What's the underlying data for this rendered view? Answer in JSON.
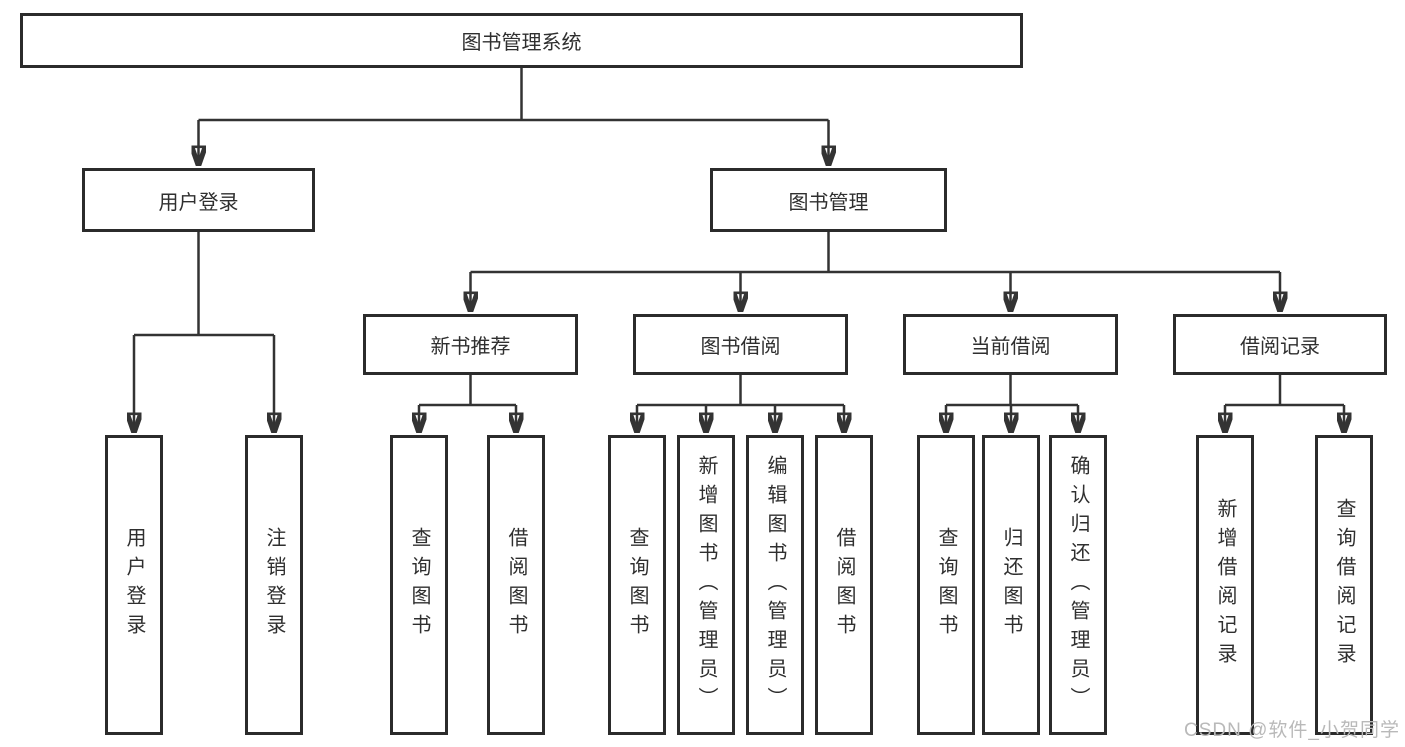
{
  "diagram": {
    "type": "hierarchy-tree",
    "colors": {
      "box_border": "#2b2b2b",
      "connector": "#333333",
      "text": "#2f2f2f",
      "watermark": "#b9b9b9",
      "background": "#ffffff"
    },
    "watermark": "CSDN @软件_小贺同学",
    "nodes": {
      "root": {
        "label": "图书管理系统"
      },
      "user_login": {
        "label": "用户登录"
      },
      "book_mgmt": {
        "label": "图书管理"
      },
      "new_book_rec": {
        "label": "新书推荐"
      },
      "book_borrow": {
        "label": "图书借阅"
      },
      "current_borrow": {
        "label": "当前借阅"
      },
      "borrow_records": {
        "label": "借阅记录"
      },
      "leaf_user_login": {
        "label": "用户登录"
      },
      "leaf_logout": {
        "label": "注销登录"
      },
      "leaf_rec_query": {
        "label": "查询图书"
      },
      "leaf_rec_borrow": {
        "label": "借阅图书"
      },
      "leaf_bb_query": {
        "label": "查询图书"
      },
      "leaf_bb_add": {
        "label": "新增图书（管理员）"
      },
      "leaf_bb_edit": {
        "label": "编辑图书（管理员）"
      },
      "leaf_bb_borrow": {
        "label": "借阅图书"
      },
      "leaf_cb_query": {
        "label": "查询图书"
      },
      "leaf_cb_return": {
        "label": "归还图书"
      },
      "leaf_cb_confirm": {
        "label": "确认归还（管理员）"
      },
      "leaf_br_add": {
        "label": "新增借阅记录"
      },
      "leaf_br_query": {
        "label": "查询借阅记录"
      }
    },
    "edges": [
      {
        "from": "root",
        "to": [
          "user_login",
          "book_mgmt"
        ]
      },
      {
        "from": "user_login",
        "to": [
          "leaf_user_login",
          "leaf_logout"
        ]
      },
      {
        "from": "book_mgmt",
        "to": [
          "new_book_rec",
          "book_borrow",
          "current_borrow",
          "borrow_records"
        ]
      },
      {
        "from": "new_book_rec",
        "to": [
          "leaf_rec_query",
          "leaf_rec_borrow"
        ]
      },
      {
        "from": "book_borrow",
        "to": [
          "leaf_bb_query",
          "leaf_bb_add",
          "leaf_bb_edit",
          "leaf_bb_borrow"
        ]
      },
      {
        "from": "current_borrow",
        "to": [
          "leaf_cb_query",
          "leaf_cb_return",
          "leaf_cb_confirm"
        ]
      },
      {
        "from": "borrow_records",
        "to": [
          "leaf_br_add",
          "leaf_br_query"
        ]
      }
    ]
  }
}
